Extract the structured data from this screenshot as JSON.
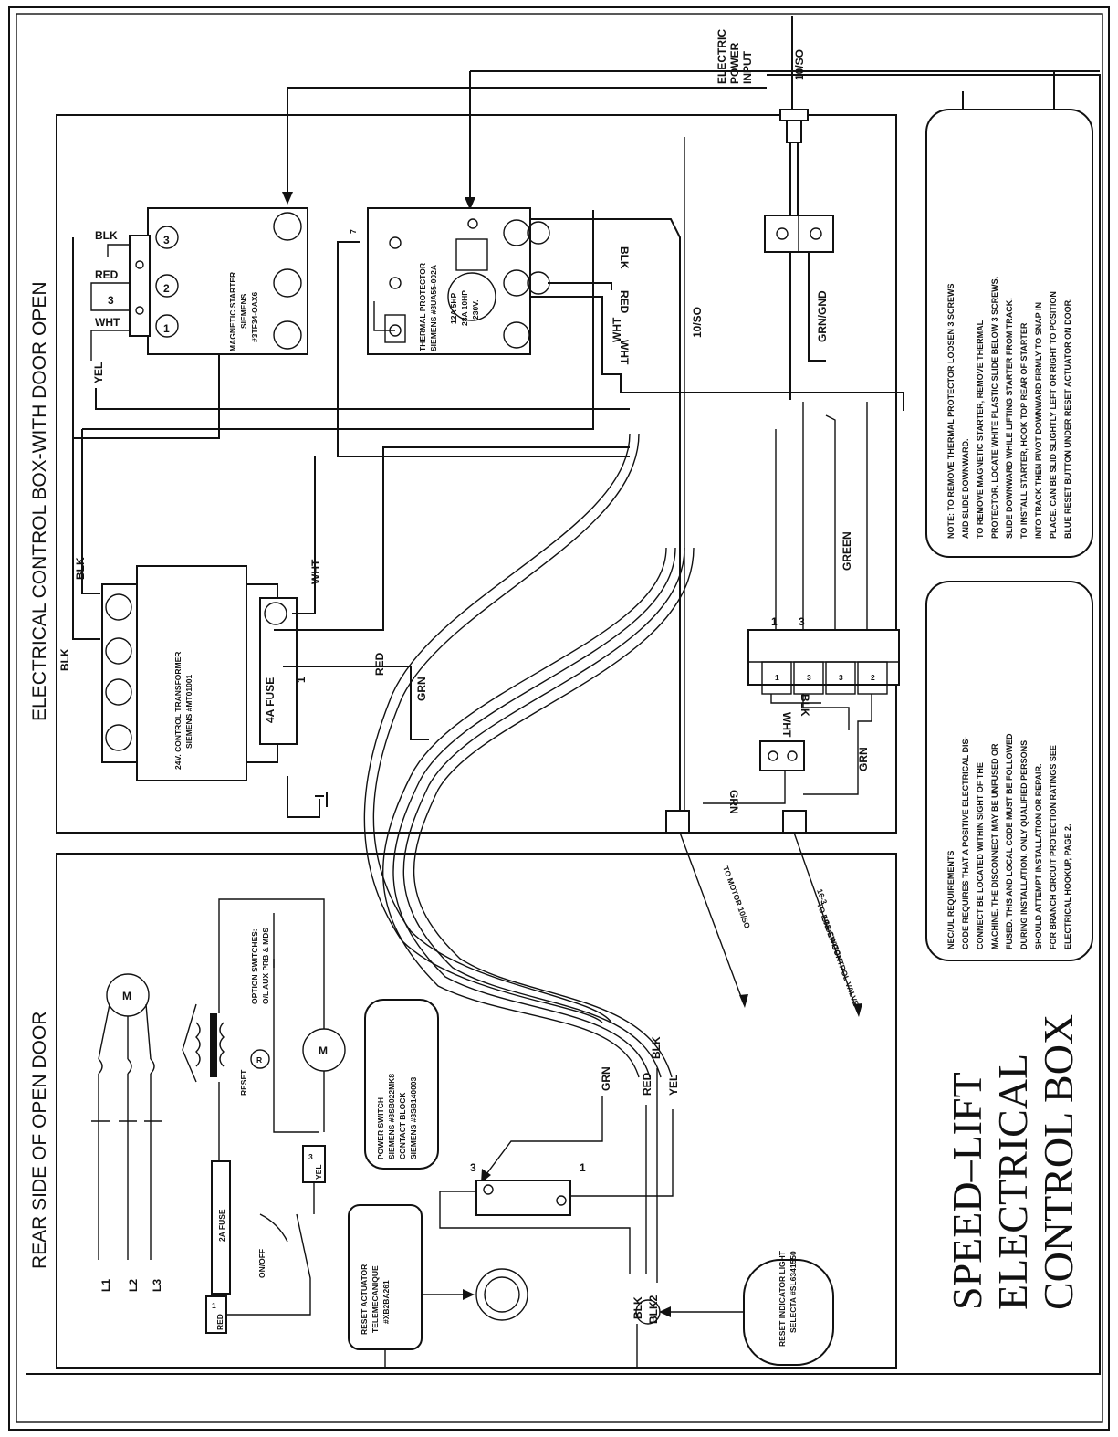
{
  "titles": {
    "control_box": "ELECTRICAL CONTROL BOX-WITH DOOR OPEN",
    "door": "REAR SIDE OF OPEN DOOR",
    "main": [
      "SPEED–LIFT",
      "ELECTRICAL",
      "CONTROL BOX"
    ]
  },
  "power_input": {
    "label": [
      "ELECTRIC",
      "POWER",
      "INPUT"
    ],
    "cable": "10/SO"
  },
  "components": {
    "magnetic_starter": [
      "MAGNETIC STARTER",
      "SIEMENS",
      "#3TF34-OAX6"
    ],
    "starter_terminals": [
      "1",
      "2",
      "3"
    ],
    "thermal_protector": [
      "THERMAL PROTECTOR",
      "SIEMENS #3UA55-002A"
    ],
    "thermal_ratings": [
      "12A 5HP",
      "28A 10HP",
      "230V."
    ],
    "thermal_aux": "7",
    "transformer": [
      "24V. CONTROL TRANSFORMER",
      "SIEMENS #MT01001"
    ],
    "fuse_4a": "4A FUSE",
    "fuse_2a": "2A FUSE",
    "terminal_block": [
      "1",
      "3",
      "3",
      "2"
    ],
    "power_switch": [
      "POWER SWITCH",
      "SIEMENS #3SB022MK8",
      "CONTACT BLOCK",
      "SIEMENS #3SB140003"
    ],
    "option_switches": [
      "OPTION SWITCHES:",
      "O/L AUX PRB & MDS"
    ],
    "reset_actuator": [
      "RESET ACTUATOR",
      "TELEMECANIQUE",
      "#XB2BA261"
    ],
    "reset_light": [
      "RESET INDICATOR LIGHT",
      "SELECTA #SL6341550"
    ],
    "motor": "M",
    "reset_lamp": "R",
    "reset_label": "RESET",
    "on_off": "ON/OFF",
    "terminal_3": "3",
    "terminal_1": "1",
    "yel_tag": [
      "3",
      "YEL"
    ],
    "red_tag": [
      "1",
      "RED"
    ],
    "lines": [
      "L1",
      "L2",
      "L3"
    ]
  },
  "wires": {
    "blk": "BLK",
    "red": "RED",
    "wht": "WHT",
    "yel": "YEL",
    "grn": "GRN",
    "green": "GREEN",
    "grn_gnd": "GRN/GND",
    "cable_10so": "10/SO",
    "blk2": "BLK2",
    "three": "3",
    "one": "1"
  },
  "leads": {
    "to_motor": "TO MOTOR 10/SO",
    "to_ecs": [
      "16-3",
      "TO ECS SWITCH",
      "UNDER CONTROL VALVE"
    ]
  },
  "notes": {
    "removal": [
      "NOTE: TO REMOVE THERMAL PROTECTOR LOOSEN 3 SCREWS",
      "AND SLIDE DOWNWARD.",
      "TO REMOVE MAGNETIC STARTER, REMOVE THERMAL",
      "PROTECTOR. LOCATE WHITE PLASTIC SLIDE BELOW 3 SCREWS.",
      "SLIDE DOWNWARD WHILE LIFTING STARTER FROM TRACK.",
      "TO INSTALL STARTER, HOOK TOP REAR OF STARTER",
      "INTO TRACK THEN PIVOT DOWNWARD FIRMLY TO SNAP IN",
      "PLACE. CAN BE SLID SLIGHTLY LEFT OR RIGHT TO POSITION",
      "BLUE RESET BUTTON UNDER RESET ACTUATOR ON DOOR."
    ],
    "nec": [
      "NEC/UL REQUIREMENTS",
      "CODE REQUIRES THAT A POSITIVE ELECTRICAL DIS-",
      "CONNECT BE LOCATED WITHIN SIGHT OF THE",
      "MACHINE. THE DISCONNECT MAY BE UNFUSED OR",
      "FUSED. THIS AND LOCAL CODE MUST BE FOLLOWED",
      "DURING INSTALLATION. ONLY QUALIFIED PERSONS",
      "SHOULD ATTEMPT INSTALLATION OR REPAIR.",
      "FOR BRANCH CIRCUIT PROTECTION RATINGS SEE",
      "ELECTRICAL HOOKUP, PAGE 2."
    ]
  }
}
